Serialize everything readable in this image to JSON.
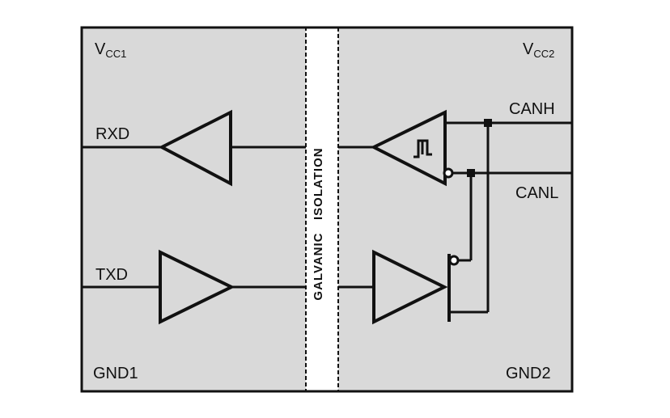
{
  "diagram": {
    "left_domain": {
      "supply_main": "V",
      "supply_sub": "CC1",
      "ground": "GND1",
      "receive_pin": "RXD",
      "transmit_pin": "TXD"
    },
    "right_domain": {
      "supply_main": "V",
      "supply_sub": "CC2",
      "ground": "GND2",
      "bus_high": "CANH",
      "bus_low": "CANL"
    },
    "isolation_barrier": {
      "label": "GALVANIC   ISOLATION"
    },
    "colors": {
      "domain_fill": "#d9d9d9",
      "barrier_fill": "#ffffff",
      "line": "#111111"
    }
  }
}
